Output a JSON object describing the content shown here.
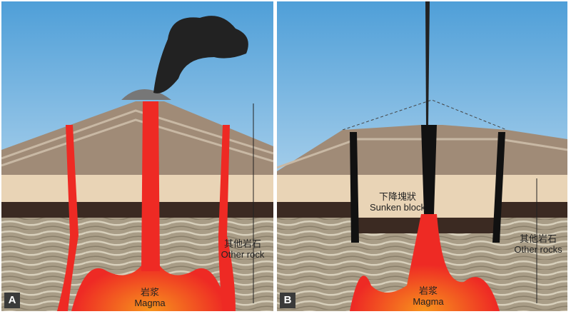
{
  "panel_a": {
    "tag": "A",
    "other_rock_zh": "其他岩石",
    "other_rock_en": "Other rock",
    "magma_zh": "岩浆",
    "magma_en": "Magma"
  },
  "panel_b": {
    "tag": "B",
    "sunken_zh": "下降塊狀",
    "sunken_en": "Sunken block",
    "other_rock_zh": "其他岩石",
    "other_rock_en": "Other rocks",
    "magma_zh": "岩浆",
    "magma_en": "Magma"
  },
  "colors": {
    "sky_top": "#4f9fd8",
    "sky_bottom": "#e6f1f8",
    "strata": "#a08b77",
    "tan": "#e9d4b6",
    "dark_band": "#3b2a22",
    "rock": "#a89c86",
    "magma": "#ee2a24",
    "magma_core": "#f7941d"
  }
}
